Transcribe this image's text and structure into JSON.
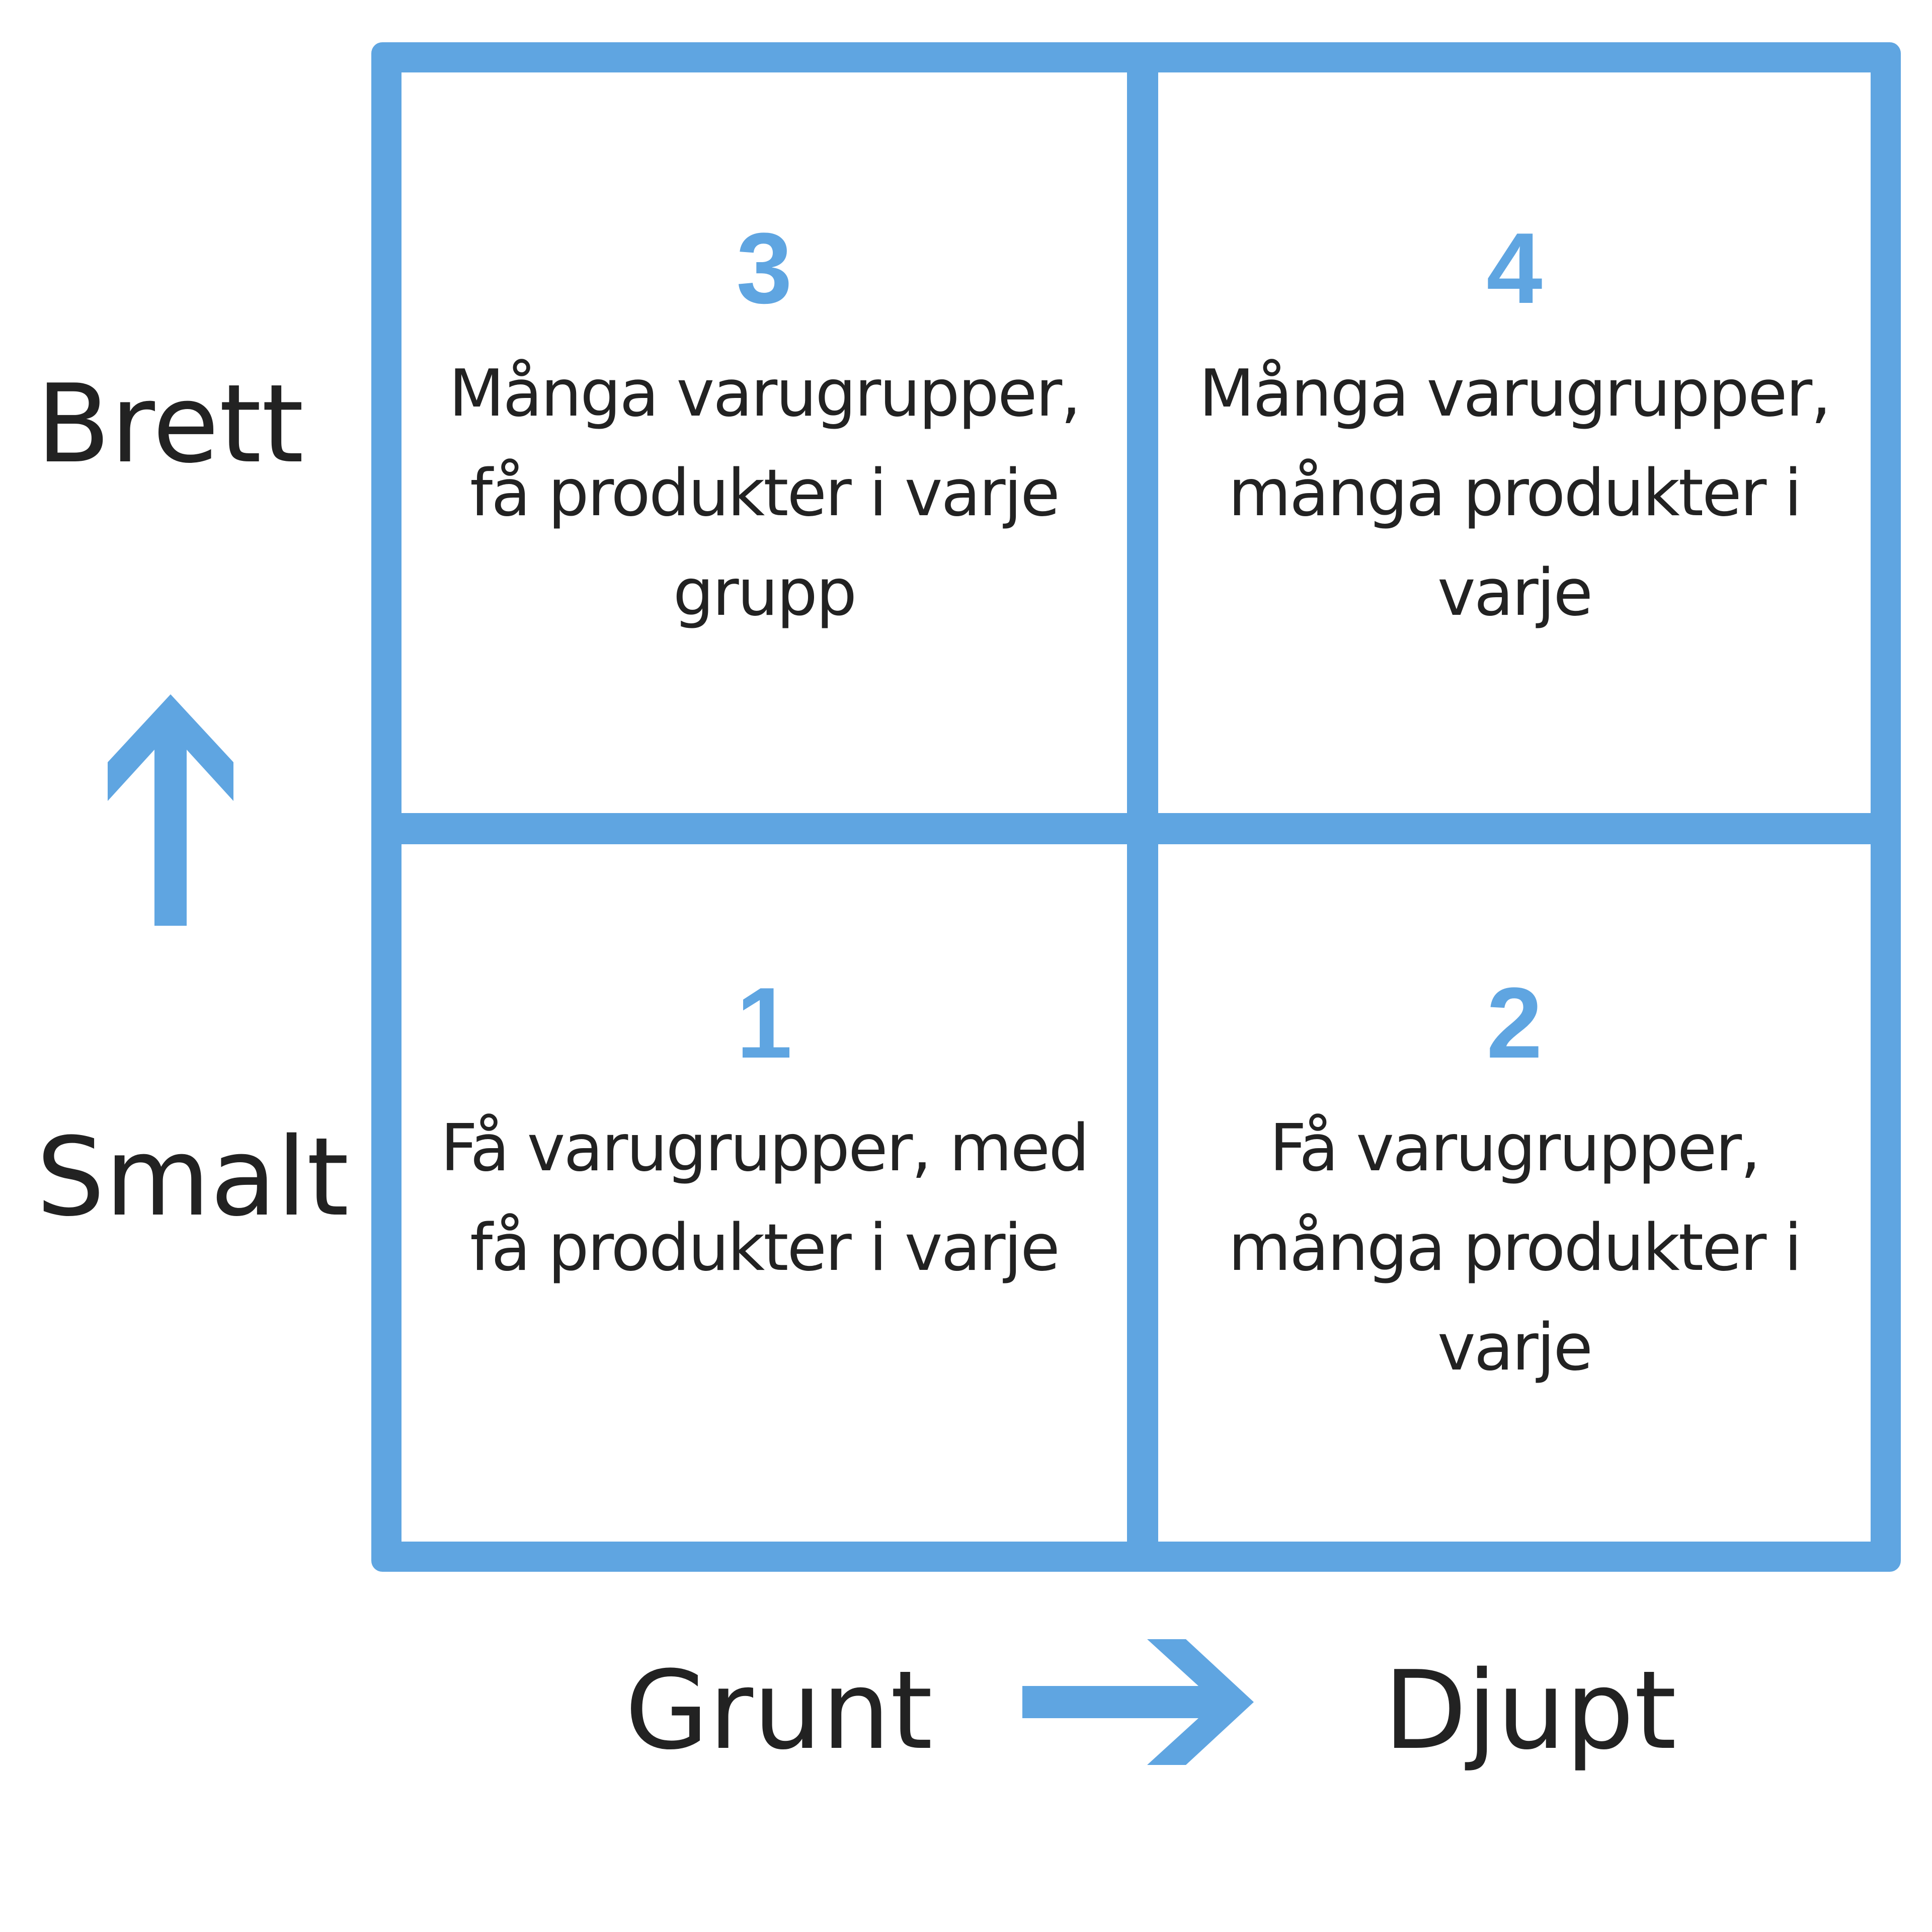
{
  "axes": {
    "y_top_label": "Brett",
    "y_bottom_label": "Smalt",
    "x_left_label": "Grunt",
    "x_right_label": "Djupt",
    "accent_color": "#5fa5e1",
    "y_arrow_icon": "arrow-up-icon",
    "x_arrow_icon": "arrow-right-icon"
  },
  "quadrants": {
    "top_left": {
      "number": "3",
      "text": "Många varugrupper, få produkter i varje grupp"
    },
    "top_right": {
      "number": "4",
      "text": "Många varugrupper, många produkter i varje"
    },
    "bottom_left": {
      "number": "1",
      "text": "Få varugrupper, med få produkter i varje"
    },
    "bottom_right": {
      "number": "2",
      "text": "Få varugrupper, många produkter i varje"
    }
  }
}
